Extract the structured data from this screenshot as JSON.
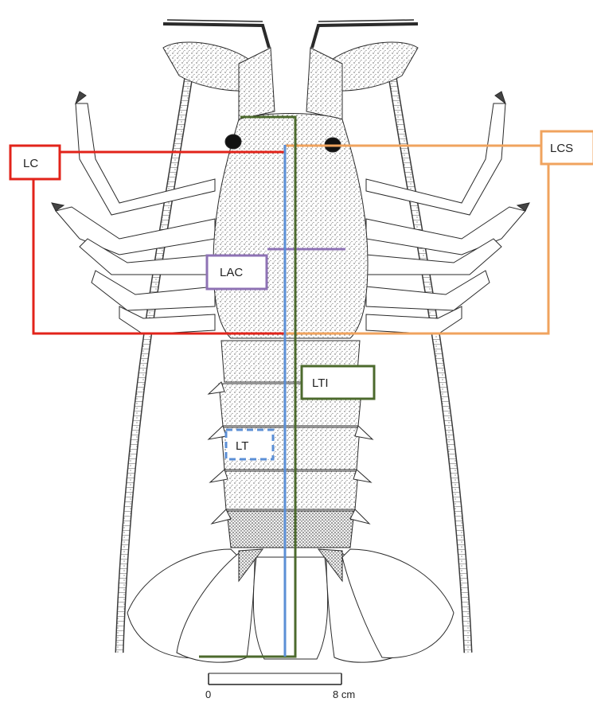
{
  "labels": {
    "lc": "LC",
    "lcs": "LCS",
    "lac": "LAC",
    "lti": "LTI",
    "lt": "LT"
  },
  "scale_bar": {
    "start": "0",
    "end": "8 cm"
  },
  "colors": {
    "lc": "#e2231a",
    "lcs": "#f0a35e",
    "lac": "#8e72b4",
    "lti": "#4c6a2d",
    "lt": "#5b8fd6",
    "ink": "#2a2a2a"
  }
}
